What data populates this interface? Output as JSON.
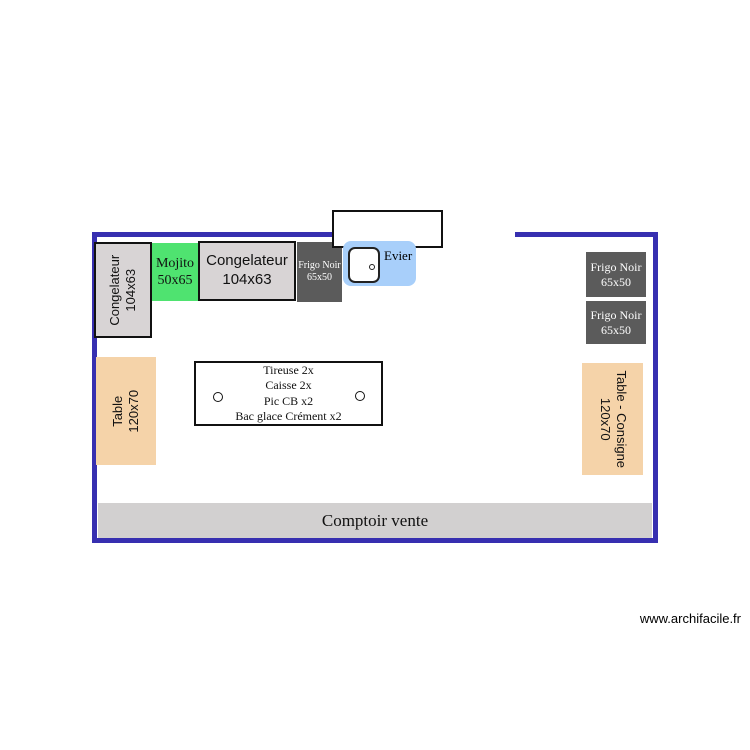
{
  "app": {
    "watermark": "www.archifacile.fr"
  },
  "colors": {
    "wall": "#372FB0",
    "furniture_light_gray": "#D8D4D5",
    "fridge_dark_gray": "#5B5B5B",
    "mojito_green": "#4FE370",
    "table_peach": "#F5D3A9",
    "sink_blue": "#A8CFFA",
    "counter_gray": "#D2D0D0"
  },
  "furniture": {
    "congelateur_left": {
      "label": "Congelateur",
      "size": "104x63"
    },
    "mojito": {
      "label": "Mojito",
      "size": "50x65"
    },
    "congelateur_top": {
      "label": "Congelateur",
      "size": "104x63"
    },
    "frigo_noir_top": {
      "label": "Frigo Noir",
      "size": "65x50"
    },
    "evier": {
      "label": "Evier"
    },
    "frigo_noir_right_1": {
      "label": "Frigo Noir",
      "size": "65x50"
    },
    "frigo_noir_right_2": {
      "label": "Frigo Noir",
      "size": "65x50"
    },
    "table_left": {
      "label": "Table",
      "size": "120x70"
    },
    "table_consigne": {
      "label": "Table - Consigne",
      "size": "120x70"
    },
    "center_table": {
      "lines": [
        "Tireuse 2x",
        "Caisse 2x",
        "Pic CB x2",
        "Bac glace Crément x2"
      ]
    },
    "comptoir": {
      "label": "Comptoir vente"
    }
  }
}
